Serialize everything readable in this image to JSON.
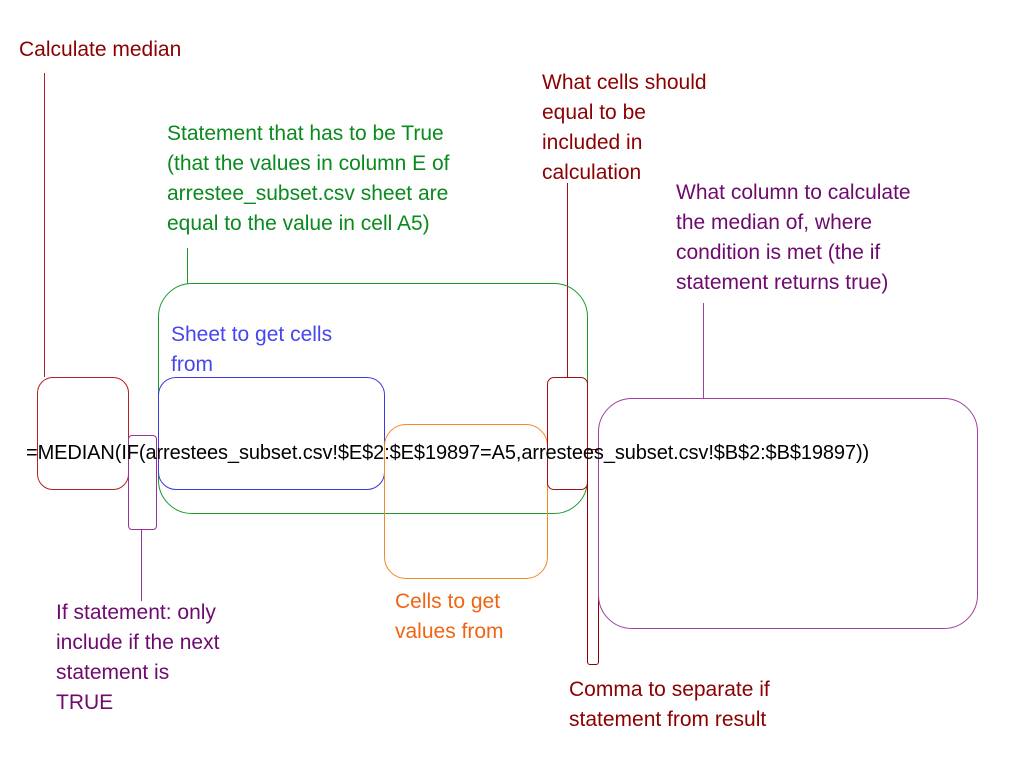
{
  "formula": "=MEDIAN(IF(arrestees_subset.csv!$E$2:$E$19897=A5,arrestees_subset.csv!$B$2:$B$19897))",
  "annotations": {
    "median": {
      "text": "Calculate median",
      "color": "#8b0000"
    },
    "statement": {
      "text": "Statement that has to be True\n(that the values in column E of\narrestee_subset.csv sheet are\nequal to the value in cell A5)",
      "color": "#098a1c"
    },
    "equal_cells": {
      "text": "What cells should\nequal to be\nincluded in\ncalculation",
      "color": "#8b0000"
    },
    "result_column": {
      "text": "What column to calculate\nthe median of, where\ncondition is met (the if\nstatement returns true)",
      "color": "#6e0a6e"
    },
    "sheet": {
      "text": "Sheet to get cells\nfrom",
      "color": "#4646f0"
    },
    "if_statement": {
      "text": "If statement: only\ninclude if the next\nstatement is\nTRUE",
      "color": "#6e0a6e"
    },
    "cells_values": {
      "text": "Cells to get\nvalues from",
      "color": "#f06414"
    },
    "comma": {
      "text": "Comma to separate if\nstatement from result",
      "color": "#8b0000"
    }
  },
  "box_colors": {
    "median": "#b22222",
    "if": "#993399",
    "statement": "#1a9a2a",
    "sheet": "#3a3ae0",
    "cells": "#f08a24",
    "equal": "#a01010",
    "comma": "#8b0000",
    "result": "#a040a0"
  }
}
